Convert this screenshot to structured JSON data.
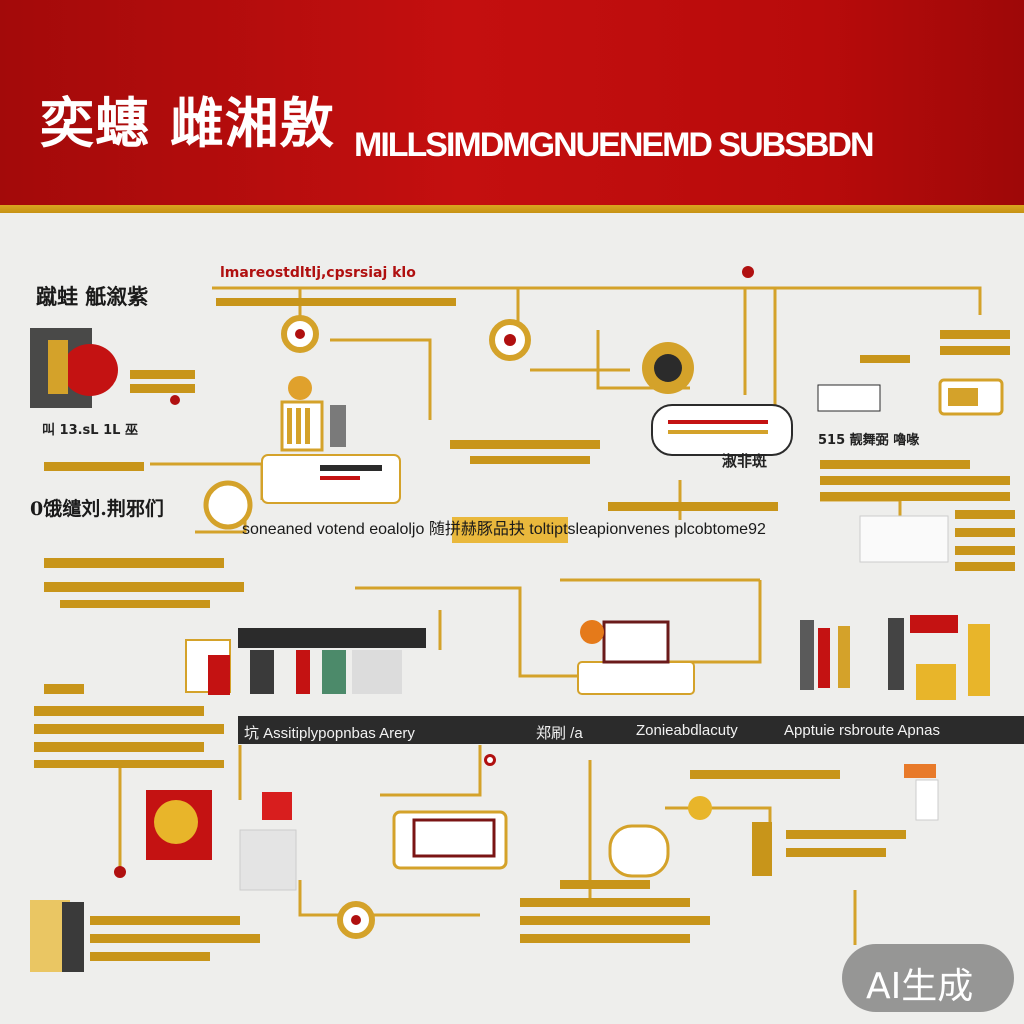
{
  "header": {
    "title_cn": "奕蟪 雌湘敫",
    "title_en": "MILLSIMDMGNUENEMD SUBSBDN",
    "bg_color": "#b80b0b",
    "rule_color": "#d9a520"
  },
  "labels": {
    "top_banner": "lmareostdltlj,cpsrsiaj klo",
    "left_heading": "蹴蛙 觗溆紫",
    "left_code": "叫 13.sL 1L 巫",
    "mid_left_heading": "0饿缱刘.荆邪们",
    "mid_center_cn": "淑非斑",
    "right_cluster": "515 靓舞弼 嚕喙",
    "long_caption": "soneaned votend eoaloljo 随拼赫豚品抉 toltiptsleapionvenes plcobtome92"
  },
  "band": {
    "item_1": "坑 Assitiplypopnbas Arery",
    "item_2": "郑刷 /a",
    "item_3": "Zonieabdlacuty",
    "item_4": "Apptuie rsbroute Apnas"
  },
  "watermark": {
    "text": "AI生成"
  },
  "colors": {
    "accent_red": "#b01010",
    "accent_gold": "#c8951a",
    "band_dark": "#2b2b2b"
  }
}
